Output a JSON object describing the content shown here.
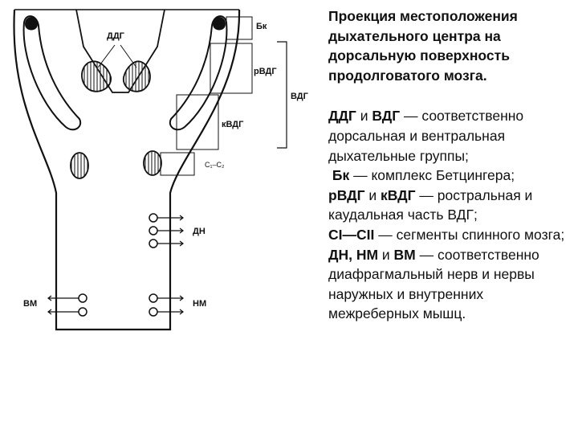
{
  "diagram": {
    "labels": {
      "ddg": "ДДГ",
      "bk": "Бк",
      "rvdg": "рВДГ",
      "vdg": "ВДГ",
      "kvdg": "кВДГ",
      "c1cii": "C₁–C₂",
      "dn": "ДН",
      "vm": "ВМ",
      "nm": "НМ"
    }
  },
  "legend": {
    "title": "Проекция местоположения дыхательного центра на дорсальную поверхность продолговатого мозга.",
    "l1_a": "ДДГ",
    "l1_b": " и ",
    "l1_c": "ВДГ",
    "l1_d": " — соответственно дорсальная и вентральная дыхательные группы;",
    "l2_a": "Бк",
    "l2_b": " — комплекс Бетцингера;",
    "l3_a": "рВДГ",
    "l3_b": " и ",
    "l3_c": "кВДГ",
    "l3_d": " — ростральная и каудальная часть ВДГ;",
    "l4_a": "CI—CII",
    "l4_b": " — сегменты спинного мозга;",
    "l5_a": "ДН, НМ",
    "l5_b": " и ",
    "l5_c": "ВМ",
    "l5_d": " — соответственно диафрагмальный нерв и нервы наружных и внутренних межреберных мышц."
  }
}
